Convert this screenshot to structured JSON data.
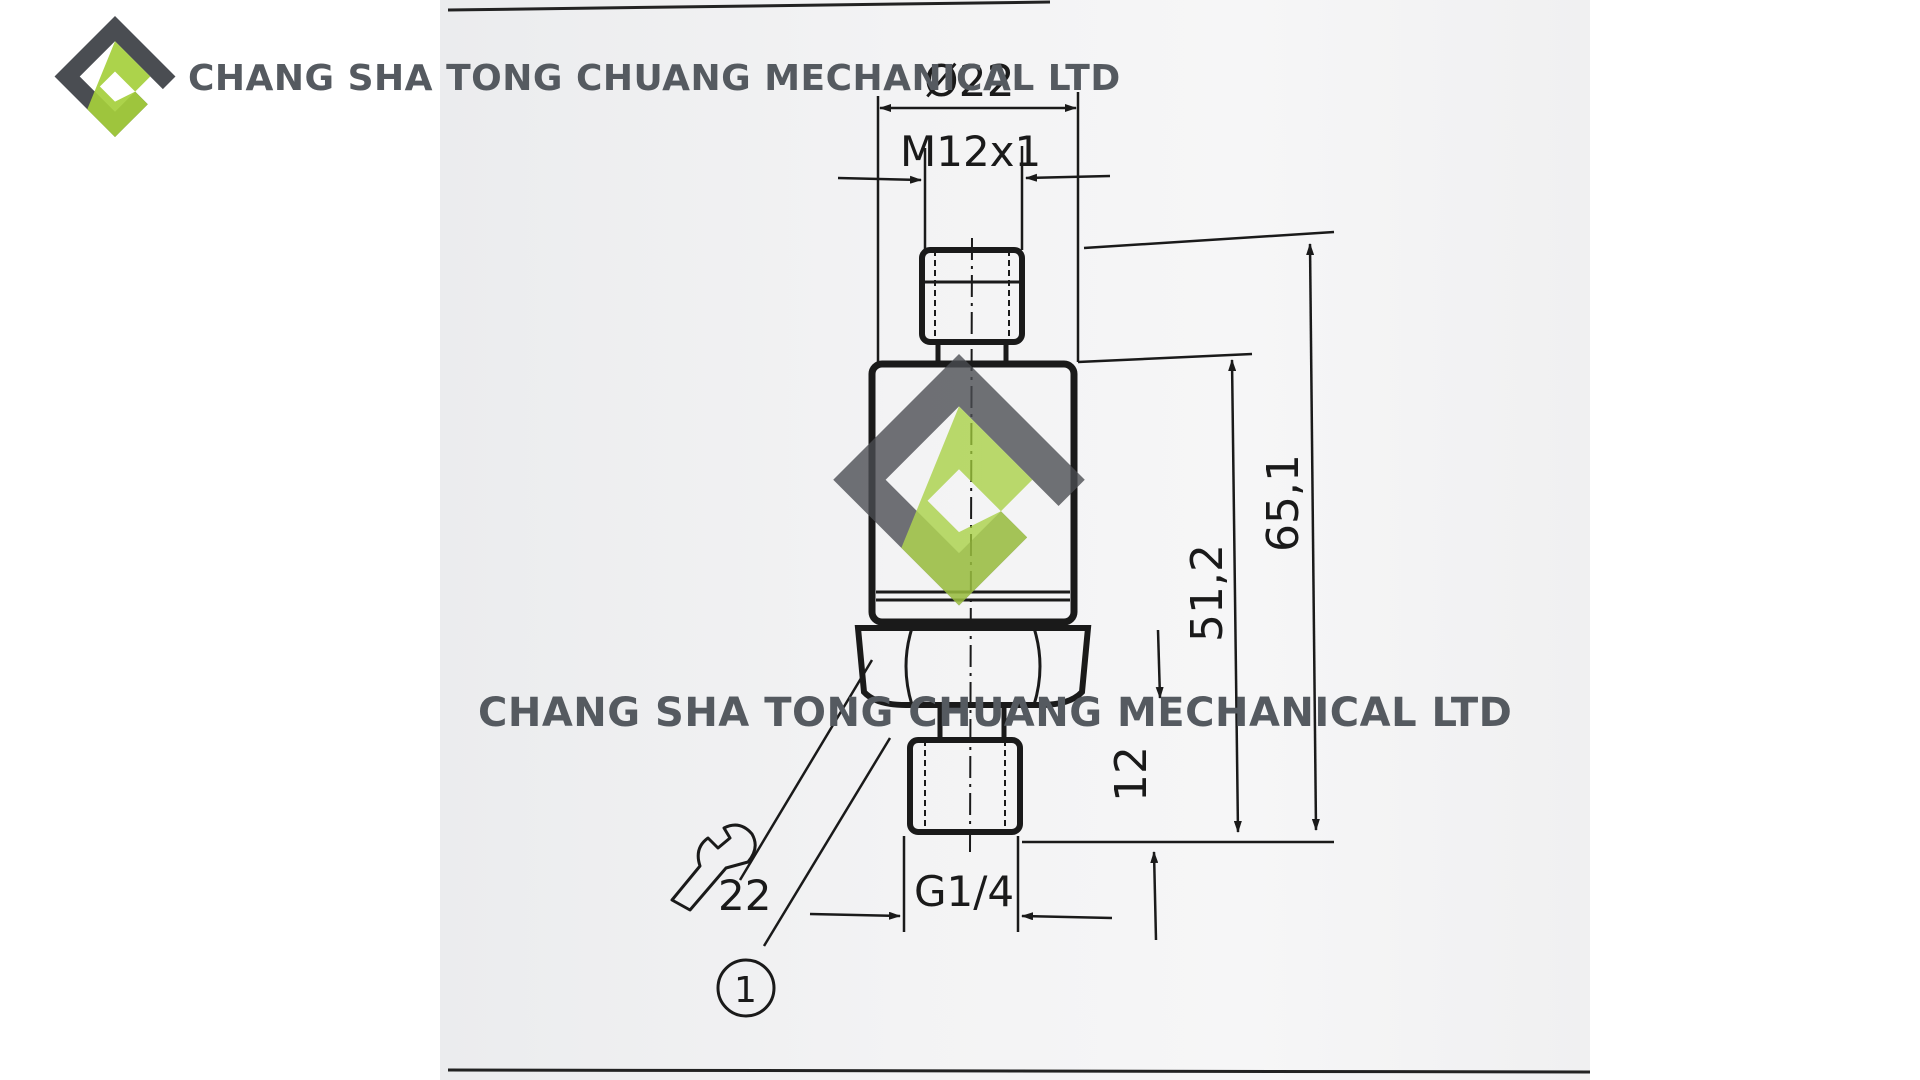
{
  "watermark": {
    "company": "CHANG SHA TONG CHUANG MECHANICAL LTD",
    "company_top": "CHANG SHA TONG CHUANG MECHANICAL LTD",
    "logo_icon": "tc-diamond-logo-icon",
    "colors": {
      "dark": "#4a4d52",
      "green": "#a5cf3c",
      "text": "#555a60"
    }
  },
  "drawing": {
    "dim_diameter": "Ø22",
    "dim_thread_top": "M12x1",
    "dim_height_total": "65,1",
    "dim_height_body": "51,2",
    "dim_thread_length": "12",
    "dim_wrench_size": "22",
    "dim_thread_bottom": "G1/4",
    "callout_number": "1",
    "icons": {
      "wrench": "wrench-icon"
    }
  }
}
